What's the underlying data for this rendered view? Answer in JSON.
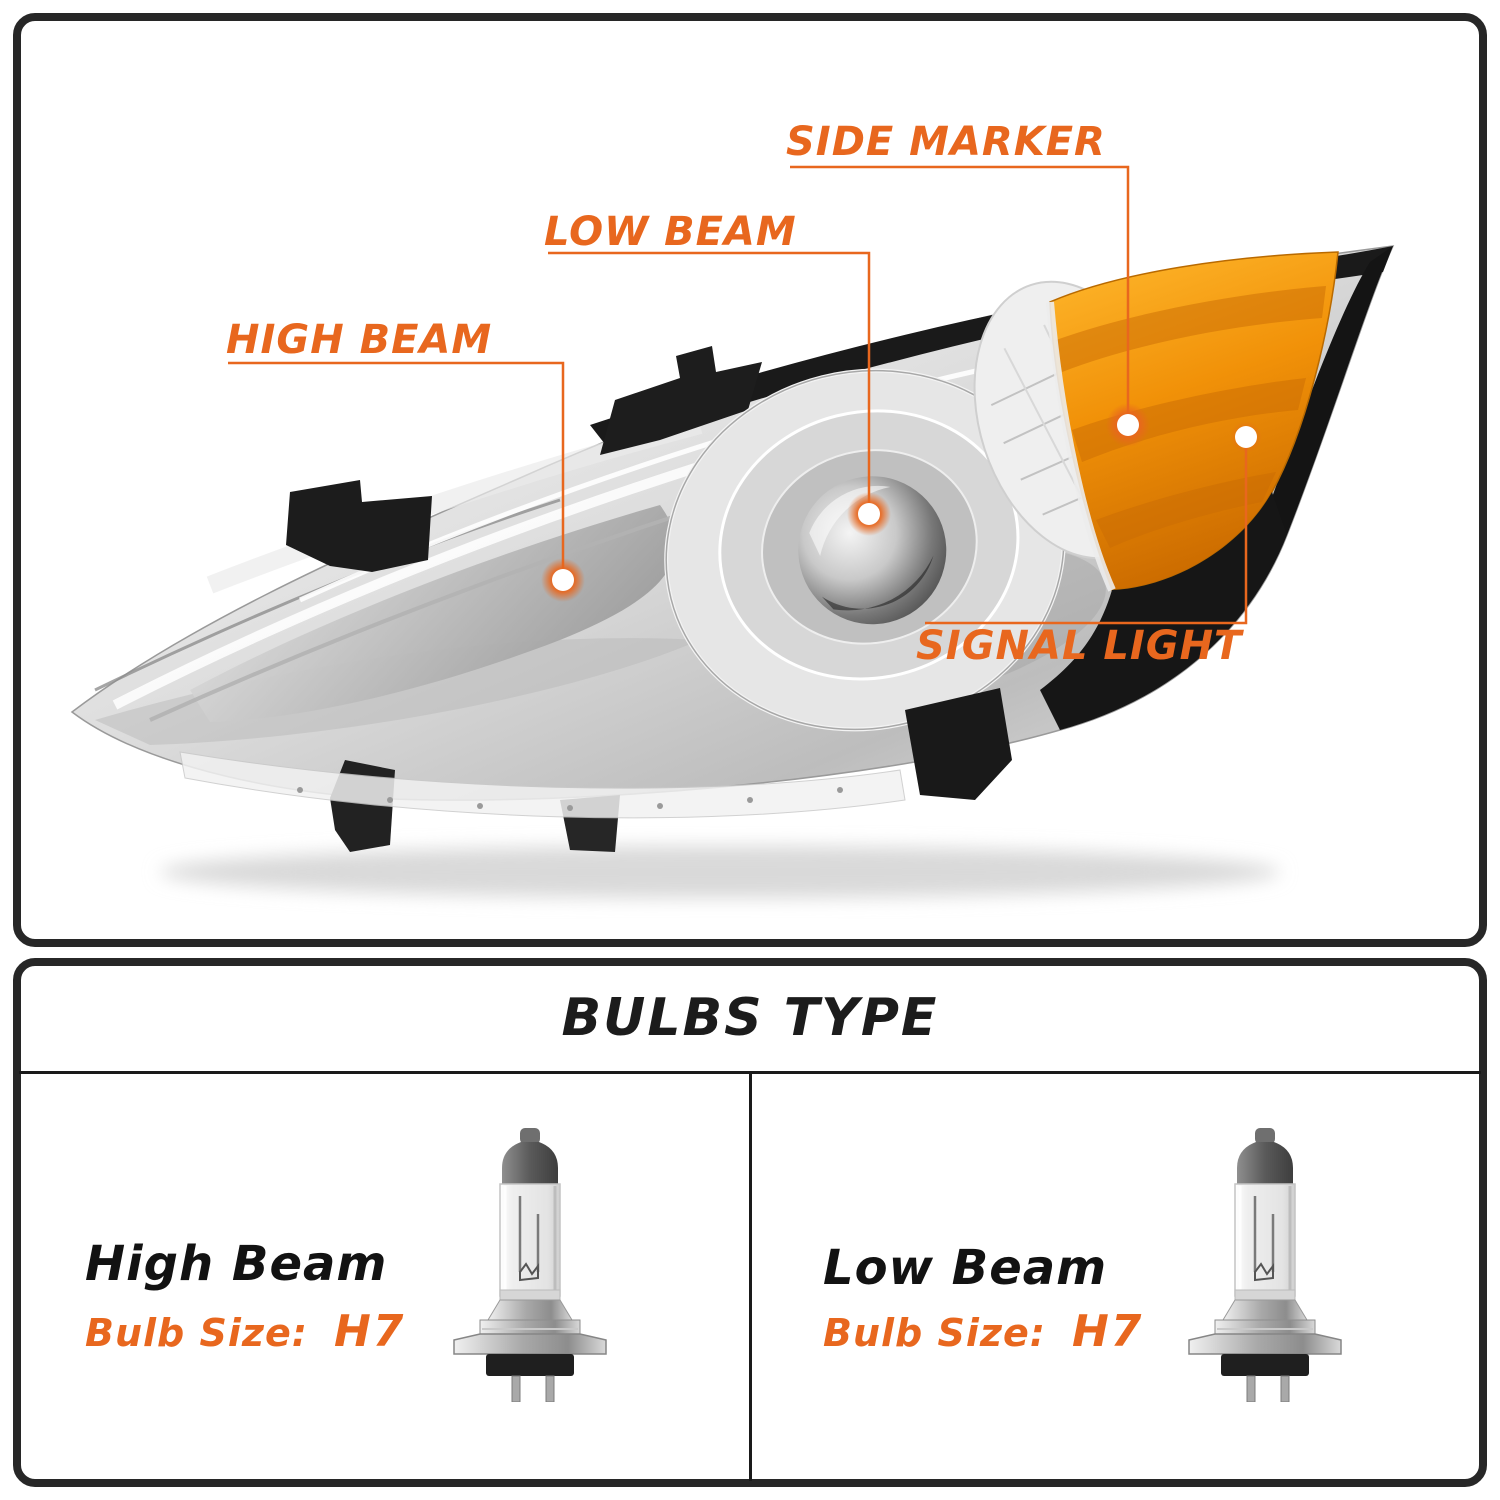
{
  "accent_color": "#e8671e",
  "amber_color": "#f19a0e",
  "panel_border_color": "#272727",
  "top_panel": {
    "callouts": [
      {
        "id": "side-marker",
        "label": "SIDE MARKER"
      },
      {
        "id": "low-beam",
        "label": "LOW BEAM"
      },
      {
        "id": "high-beam",
        "label": "HIGH BEAM"
      },
      {
        "id": "signal-light",
        "label": "SIGNAL LIGHT"
      }
    ]
  },
  "bottom_panel": {
    "title": "BULBS TYPE",
    "cells": [
      {
        "name": "High Beam",
        "bulb_size_label": "Bulb Size:",
        "bulb_size_value": "H7"
      },
      {
        "name": "Low Beam",
        "bulb_size_label": "Bulb Size:",
        "bulb_size_value": "H7"
      }
    ]
  }
}
